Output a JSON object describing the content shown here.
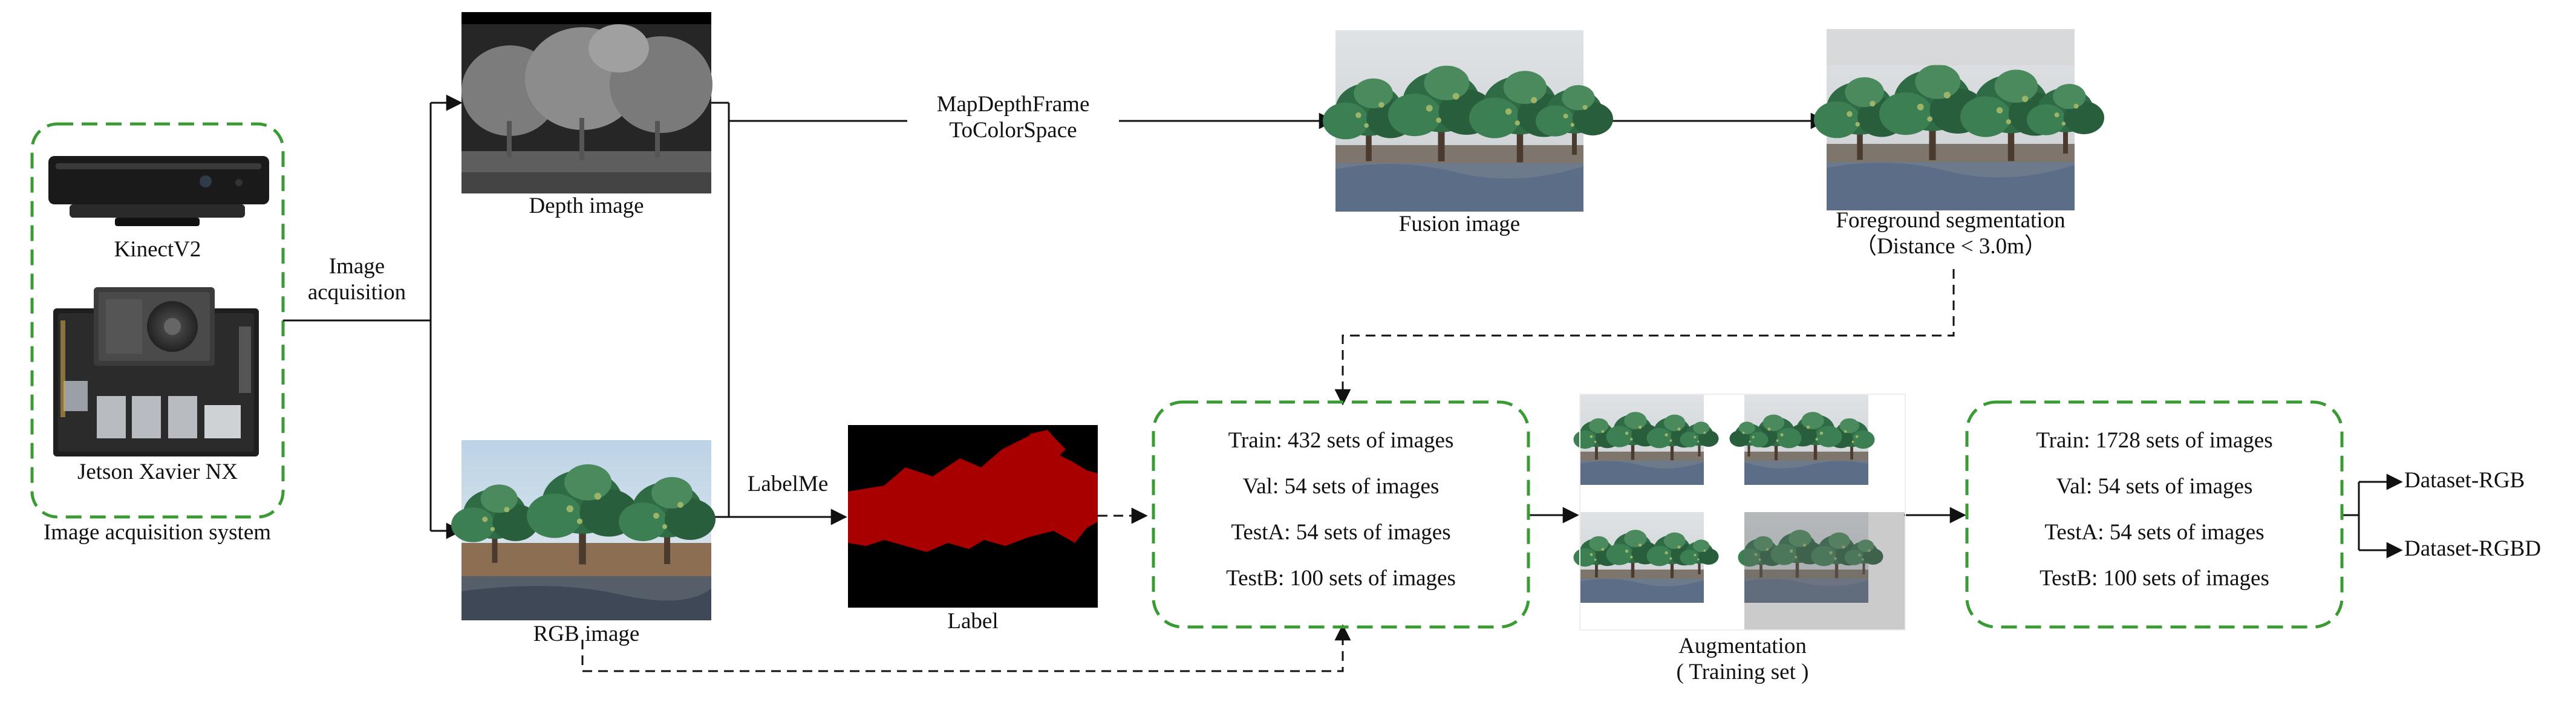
{
  "hardware": {
    "kinect_label": "KinectV2",
    "jetson_label": "Jetson Xavier NX",
    "system_label": "Image acquisition system"
  },
  "steps": {
    "image_acquisition": [
      "Image",
      "acquisition"
    ],
    "labelme": "LabelMe",
    "map_depth": [
      "MapDepthFrame",
      "ToColorSpace"
    ]
  },
  "images": {
    "depth": "Depth image",
    "rgb": "RGB image",
    "fusion": "Fusion image",
    "label": "Label",
    "foreground": [
      "Foreground segmentation",
      "（Distance < 3.0m）"
    ],
    "augmentation": [
      "Augmentation",
      "( Training set )"
    ]
  },
  "split_original": [
    "Train: 432 sets of images",
    "Val: 54 sets of images",
    "TestA: 54 sets of images",
    "TestB: 100 sets of images"
  ],
  "split_augmented": [
    "Train: 1728 sets of images",
    "Val: 54 sets of images",
    "TestA: 54 sets of images",
    "TestB: 100 sets of images"
  ],
  "outputs": [
    "Dataset-RGB",
    "Dataset-RGBD"
  ],
  "colors": {
    "dashed_box": "#3a9a34",
    "line": "#111111",
    "label_mask": "#a80000"
  }
}
